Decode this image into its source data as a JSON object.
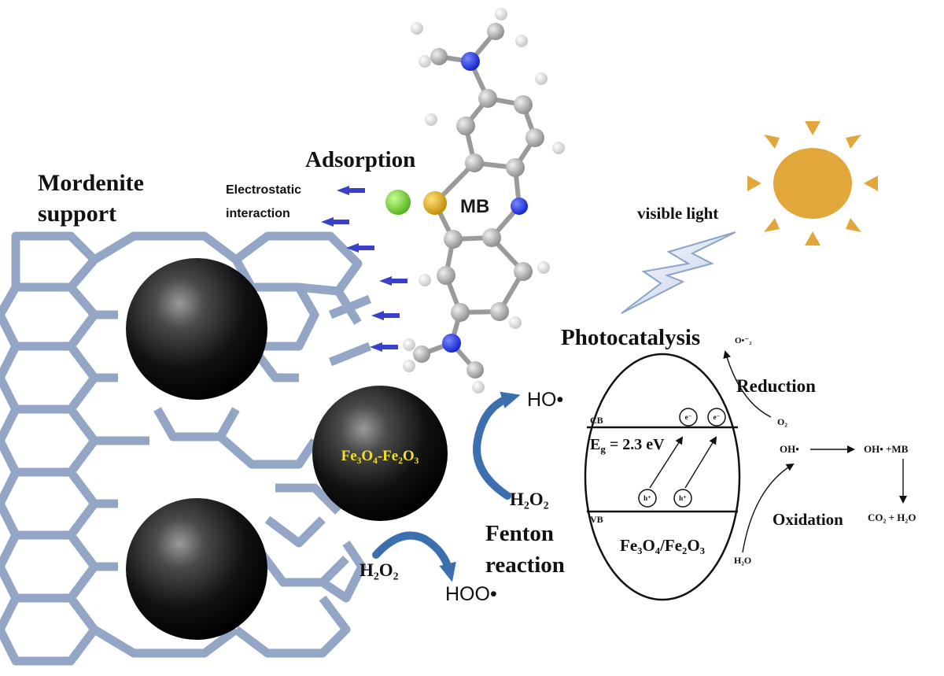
{
  "labels": {
    "support": [
      "Mordenite",
      "support"
    ],
    "adsorption": "Adsorption",
    "electrostatic": [
      "Electrostatic",
      "interaction"
    ],
    "mb": "MB",
    "visible_light": "visible light",
    "photocatalysis": "Photocatalysis",
    "o2_radical": "O•⁻₂",
    "reduction": "Reduction",
    "o2": "O₂",
    "oh_radical": "OH•",
    "oh_mb": "OH• +MB",
    "products": "CO₂ + H₂O",
    "oxidation": "Oxidation",
    "h2o": "H₂O",
    "cb": "CB",
    "vb": "VB",
    "bandgap": "E",
    "bandgap_sub": "g",
    "bandgap_value": " = 2.3 eV",
    "electron": "e⁻",
    "hole": "h⁺",
    "particle": "Fe₃O₄-Fe₂O₃",
    "catalyst": "Fe₃O₄/Fe₂O₃",
    "ho_radical": "HO•",
    "h2o2": "H₂O₂",
    "h2o2_b": "H₂O₂",
    "hoo_radical": "HOO•",
    "fenton": [
      "Fenton",
      "reaction"
    ]
  },
  "colors": {
    "framework": "#8fa2c4",
    "arrow_blue": "#3a40c8",
    "curve_arrow": "#3b6fb0",
    "sun": "#e2a73a",
    "particle_text": "#f2e12a",
    "nitrogen": "#2030e0",
    "sulfur": "#d9a60a",
    "chloride": "#7fd43a",
    "carbon": "#a8a8a8",
    "hydrogen": "#e8e8e8"
  }
}
